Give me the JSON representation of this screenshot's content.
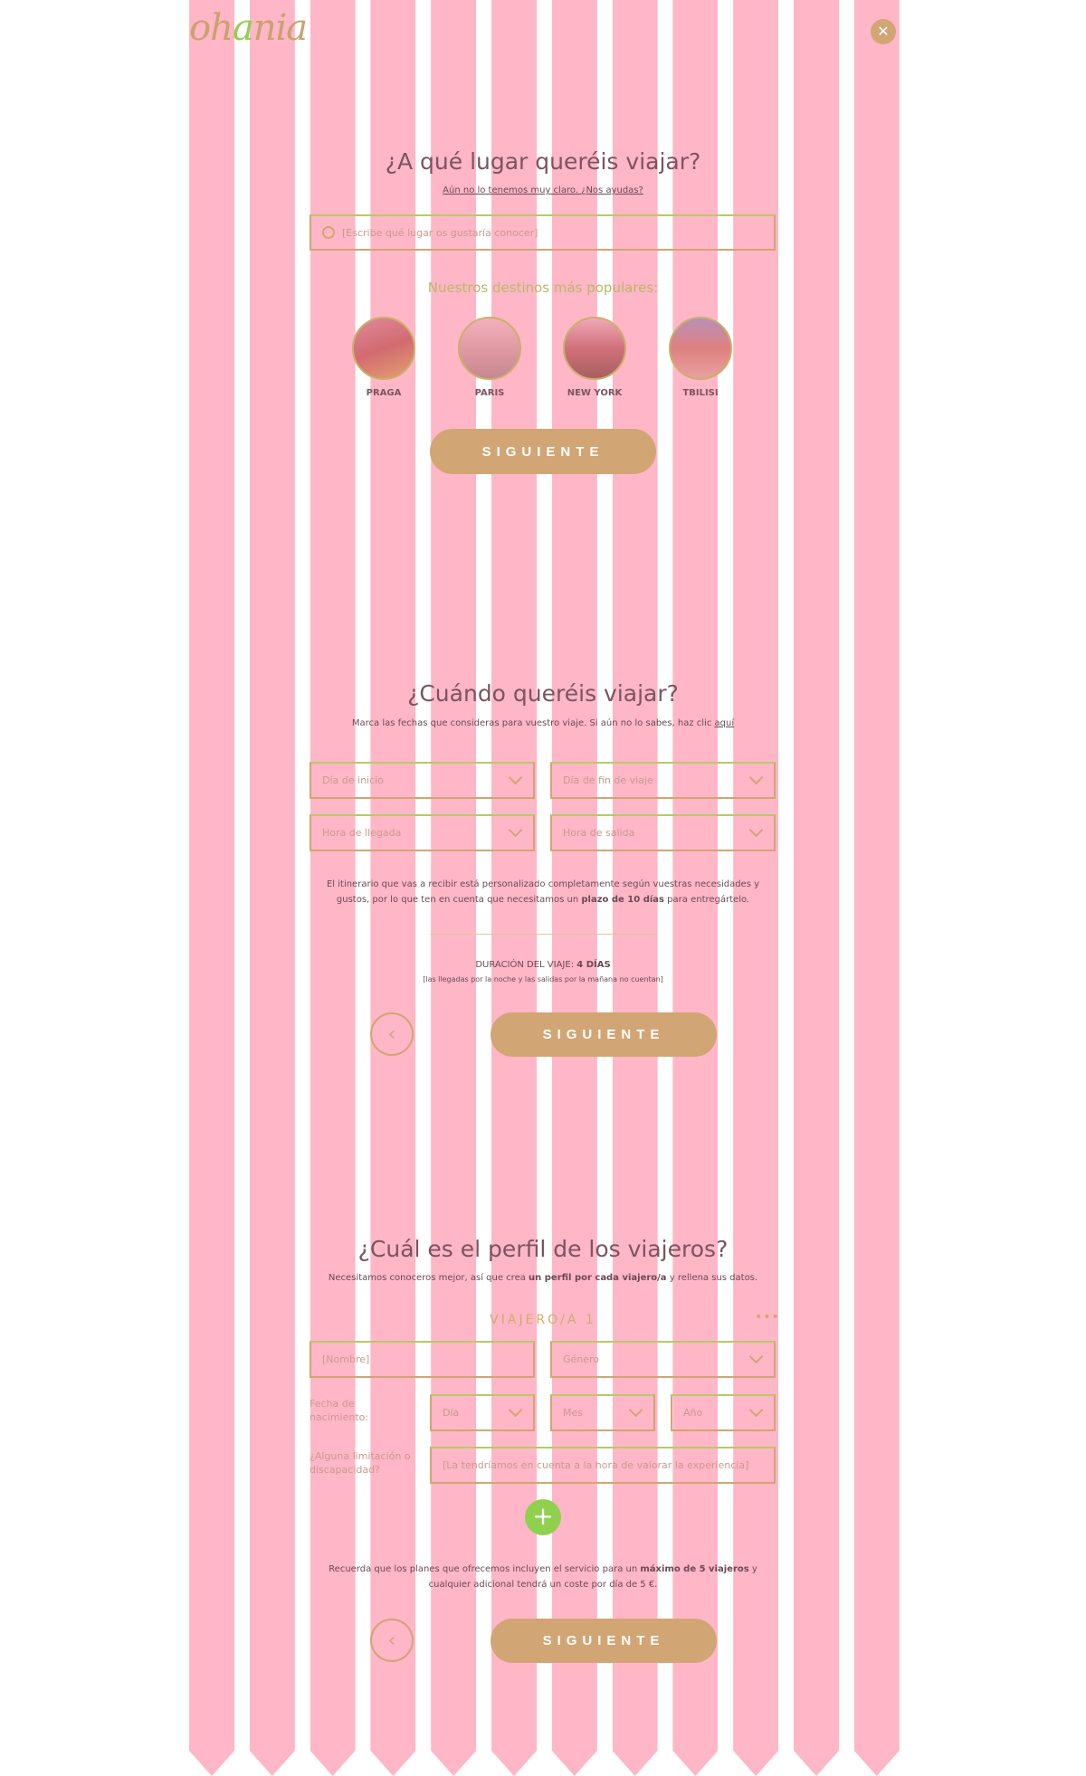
{
  "colors": {
    "pink": "#ffb6c6",
    "tan": "#d2a574",
    "green": "#8fd14f"
  },
  "header": {
    "logo": "ohania",
    "close_icon": "close-icon"
  },
  "step1": {
    "title": "¿A qué lugar queréis viajar?",
    "help_link": "Aún no lo tenemos muy claro. ¿Nos ayudas?",
    "search_placeholder": "[Escribe qué lugar os gustaría conocer]",
    "popular_title": "Nuestros destinos más populares:",
    "destinations": [
      {
        "label": "PRAGA"
      },
      {
        "label": "PARIS"
      },
      {
        "label": "NEW YORK"
      },
      {
        "label": "TBILISI"
      }
    ],
    "next": "SIGUIENTE"
  },
  "step2": {
    "title": "¿Cuándo queréis viajar?",
    "subtitle": "Marca las fechas que consideras para vuestro viaje. Si aún no lo sabes, haz clic ",
    "subtitle_link": "aquí",
    "start_day": "Día de inicio",
    "end_day": "Día de fin de viaje",
    "arrival": "Hora de llegada",
    "departure": "Hora de salida",
    "info_1": "El itinerario que vas a recibir está personalizado completamente según vuestras necesidades y gustos, por lo que ten en cuenta que necesitamos un ",
    "info_bold": "plazo de 10 días",
    "info_2": " para entregártelo.",
    "duration_label": "DURACIÓN DEL VIAJE: ",
    "duration_value": "4 DÍAS",
    "duration_note": "[las llegadas por la noche y las salidas por la mañana no cuentan]",
    "next": "SIGUIENTE"
  },
  "step3": {
    "title": "¿Cuál es el perfil de los viajeros?",
    "sub_1": "Necesitamos conoceros mejor, así que crea ",
    "sub_bold": "un perfil por cada viajero/a",
    "sub_2": " y rellena sus datos.",
    "traveler": "VIAJERO/A 1",
    "name_placeholder": "[Nombre]",
    "gender": "Género",
    "birth_label": "Fecha de nacimiento:",
    "day": "Día",
    "month": "Mes",
    "year": "Año",
    "limit_label": "¿Alguna limitación o discapacidad?",
    "limit_placeholder": "[La tendríamos en cuenta a la hora de valorar la experiencia]",
    "note_1": "Recuerda que los planes que ofrecemos incluyen el servicio para un ",
    "note_bold": "máximo de 5 viajeros",
    "note_2": " y cualquier adicional tendrá un coste por día de 5 €.",
    "next": "SIGUIENTE"
  }
}
